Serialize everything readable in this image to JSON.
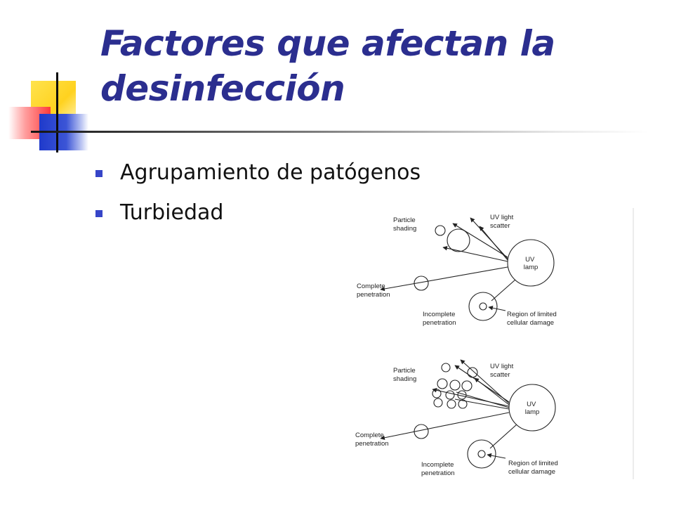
{
  "slide": {
    "title_line1": "Factores que afectan la",
    "title_line2": "desinfección",
    "bullets": [
      "Agrupamiento de patógenos",
      "Turbiedad"
    ]
  },
  "figure": {
    "panels": [
      {
        "particle_shading": [
          "Particle",
          "shading"
        ],
        "uv_light_scatter": [
          "UV light",
          "scatter"
        ],
        "uv_lamp": [
          "UV",
          "lamp"
        ],
        "complete_penetration": [
          "Complete",
          "penetration"
        ],
        "incomplete_penetration": [
          "Incomplete",
          "penetration"
        ],
        "region_limited": [
          "Region of limited",
          "cellular damage"
        ]
      },
      {
        "particle_shading": [
          "Particle",
          "shading"
        ],
        "uv_light_scatter": [
          "UV light",
          "scatter"
        ],
        "uv_lamp": [
          "UV",
          "lamp"
        ],
        "complete_penetration": [
          "Complete",
          "penetration"
        ],
        "incomplete_penetration": [
          "Incomplete",
          "penetration"
        ],
        "region_limited": [
          "Region of limited",
          "cellular damage"
        ]
      }
    ]
  },
  "colors": {
    "title": "#2b2e8f",
    "bullet": "#3645c8",
    "logo_yellow": "#ffd21f",
    "logo_red": "#ff3a3a",
    "logo_blue": "#1f3acb"
  }
}
